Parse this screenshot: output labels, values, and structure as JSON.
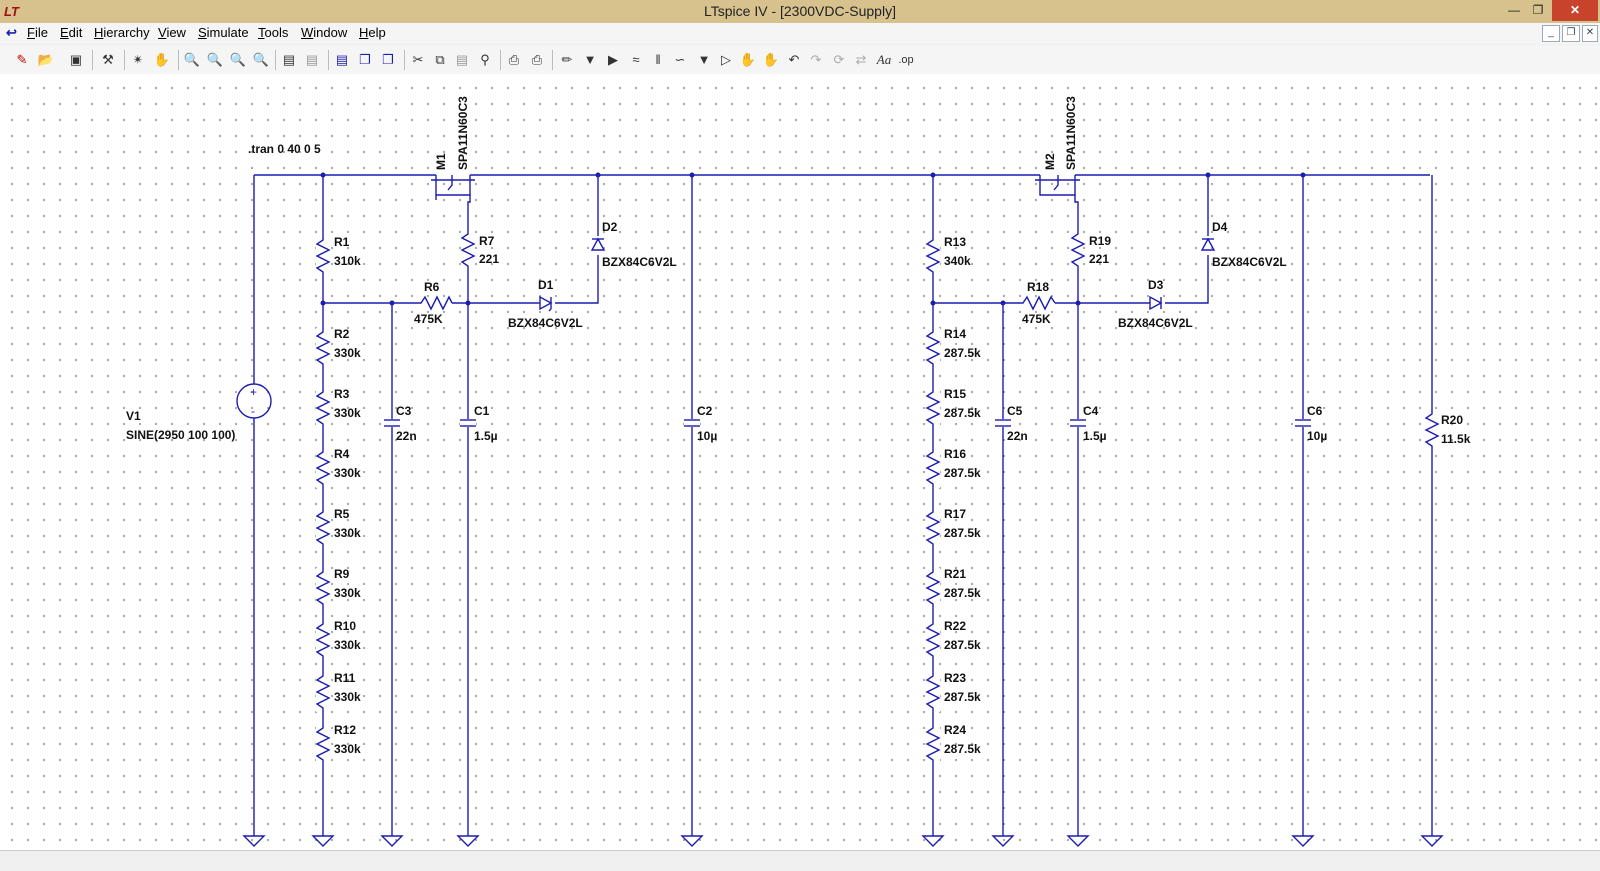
{
  "window": {
    "title": "LTspice IV - [2300VDC-Supply]",
    "app_icon": "LT"
  },
  "menu": [
    "File",
    "Edit",
    "Hierarchy",
    "View",
    "Simulate",
    "Tools",
    "Window",
    "Help"
  ],
  "toolbar_icons": [
    "new-schematic-icon",
    "open-icon",
    "save-icon",
    "control-panel-icon",
    "run-icon",
    "halt-icon",
    "zoom-in-icon",
    "pan-icon",
    "zoom-out-icon",
    "zoom-fit-icon",
    "autorange-icon",
    "plot-settings-icon",
    "tile-icon",
    "cascade-icon",
    "close-all-icon",
    "cut-icon",
    "copy-icon",
    "paste-icon",
    "find-icon",
    "print-setup-icon",
    "print-icon",
    "wire-icon",
    "ground-icon",
    "label-icon",
    "resistor-icon",
    "capacitor-icon",
    "inductor-icon",
    "diode-icon",
    "component-icon",
    "move-icon",
    "drag-icon",
    "undo-icon",
    "redo-icon",
    "rotate-icon",
    "mirror-icon",
    "text-icon",
    "spice-directive-icon"
  ],
  "schematic": {
    "directive": ".tran 0 40 0 5",
    "source": {
      "name": "V1",
      "value": "SINE(2950 100 100)"
    },
    "mosfets": [
      {
        "name": "M1",
        "value": "SPA11N60C3"
      },
      {
        "name": "M2",
        "value": "SPA11N60C3"
      }
    ],
    "left_chain": [
      {
        "name": "R1",
        "value": "310k"
      },
      {
        "name": "R2",
        "value": "330k"
      },
      {
        "name": "R3",
        "value": "330k"
      },
      {
        "name": "R4",
        "value": "330k"
      },
      {
        "name": "R5",
        "value": "330k"
      },
      {
        "name": "R9",
        "value": "330k"
      },
      {
        "name": "R10",
        "value": "330k"
      },
      {
        "name": "R11",
        "value": "330k"
      },
      {
        "name": "R12",
        "value": "330k"
      }
    ],
    "right_chain": [
      {
        "name": "R13",
        "value": "340k"
      },
      {
        "name": "R14",
        "value": "287.5k"
      },
      {
        "name": "R15",
        "value": "287.5k"
      },
      {
        "name": "R16",
        "value": "287.5k"
      },
      {
        "name": "R17",
        "value": "287.5k"
      },
      {
        "name": "R21",
        "value": "287.5k"
      },
      {
        "name": "R22",
        "value": "287.5k"
      },
      {
        "name": "R23",
        "value": "287.5k"
      },
      {
        "name": "R24",
        "value": "287.5k"
      }
    ],
    "resistors": {
      "R6": {
        "name": "R6",
        "value": "475K"
      },
      "R7": {
        "name": "R7",
        "value": "221"
      },
      "R18": {
        "name": "R18",
        "value": "475K"
      },
      "R19": {
        "name": "R19",
        "value": "221"
      },
      "R20": {
        "name": "R20",
        "value": "11.5k"
      }
    },
    "capacitors": {
      "C1": {
        "name": "C1",
        "value": "1.5µ"
      },
      "C2": {
        "name": "C2",
        "value": "10µ"
      },
      "C3": {
        "name": "C3",
        "value": "22n"
      },
      "C4": {
        "name": "C4",
        "value": "1.5µ"
      },
      "C5": {
        "name": "C5",
        "value": "22n"
      },
      "C6": {
        "name": "C6",
        "value": "10µ"
      }
    },
    "diodes": {
      "D1": {
        "name": "D1",
        "value": "BZX84C6V2L"
      },
      "D2": {
        "name": "D2",
        "value": "BZX84C6V2L"
      },
      "D3": {
        "name": "D3",
        "value": "BZX84C6V2L"
      },
      "D4": {
        "name": "D4",
        "value": "BZX84C6V2L"
      }
    }
  },
  "colors": {
    "wire": "#1c1cb0",
    "titlebar": "#d7c28e",
    "canvas": "#ffffff"
  }
}
